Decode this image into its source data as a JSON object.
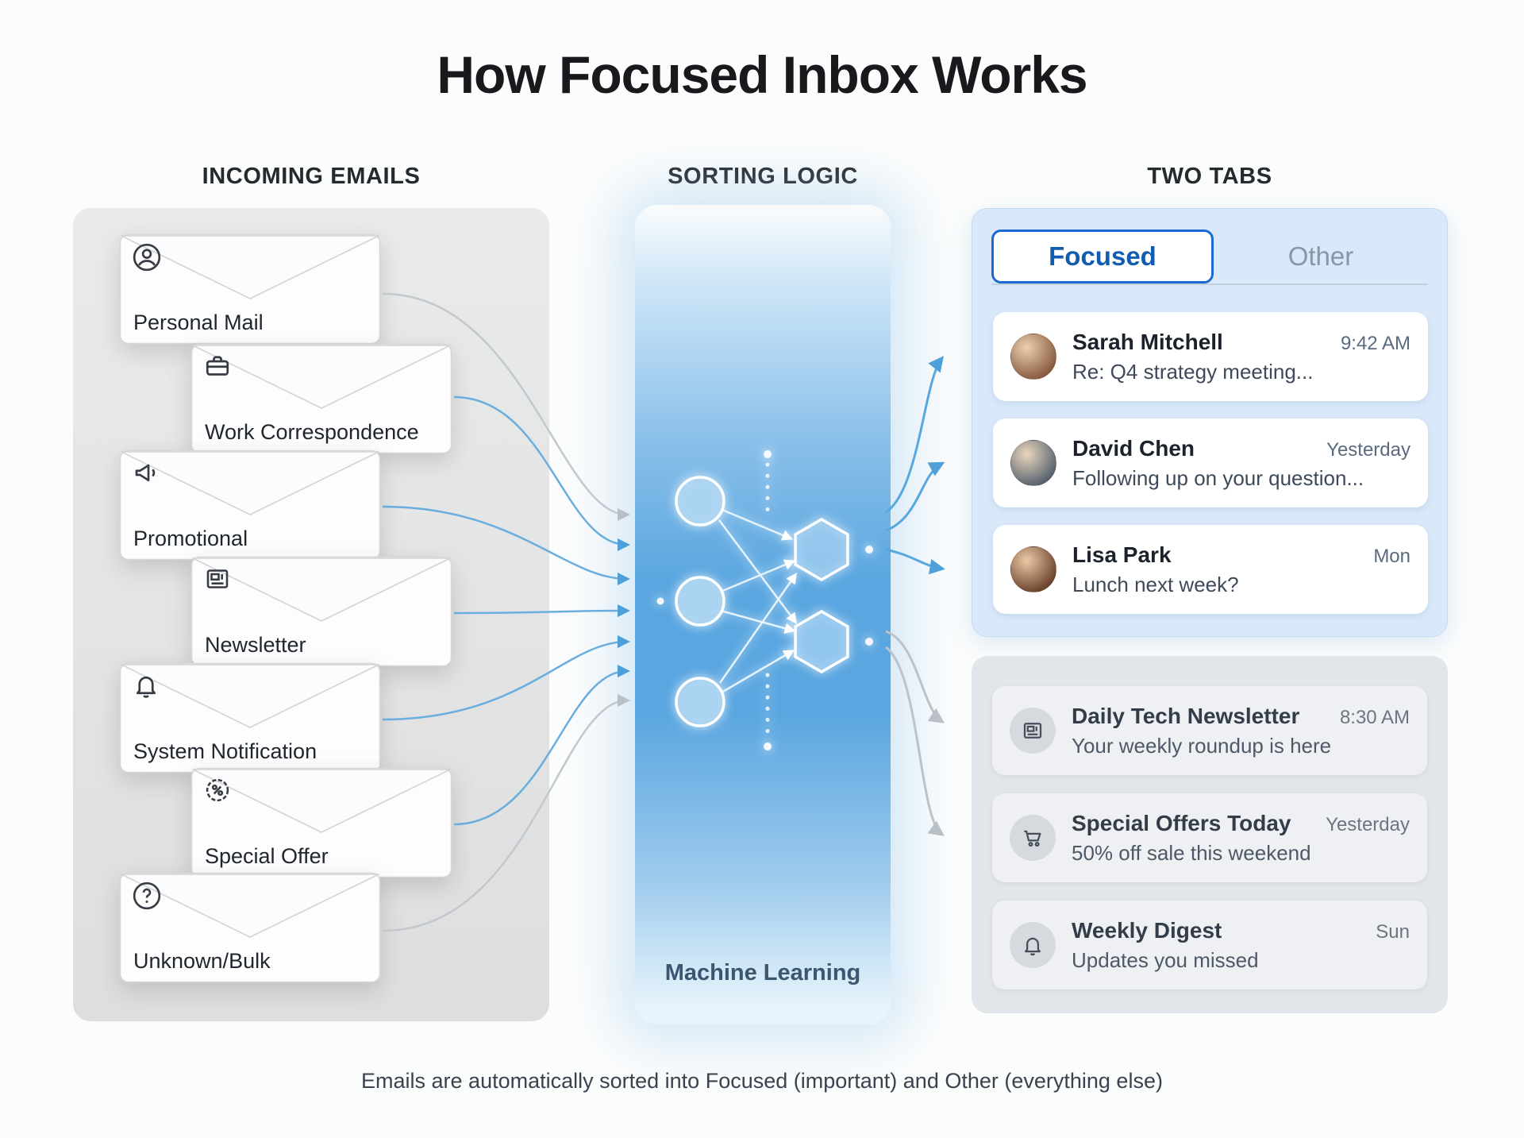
{
  "title": "How Focused Inbox Works",
  "sections": {
    "incoming": "INCOMING EMAILS",
    "sorting": "SORTING LOGIC",
    "two_tabs": "TWO TABS",
    "machine_learning": "Machine Learning"
  },
  "incoming_emails": [
    {
      "label": "Personal Mail",
      "icon": "person-icon"
    },
    {
      "label": "Work Correspondence",
      "icon": "briefcase-icon"
    },
    {
      "label": "Promotional",
      "icon": "megaphone-icon"
    },
    {
      "label": "Newsletter",
      "icon": "newspaper-icon"
    },
    {
      "label": "System Notification",
      "icon": "bell-icon"
    },
    {
      "label": "Special Offer",
      "icon": "discount-badge-icon"
    },
    {
      "label": "Unknown/Bulk",
      "icon": "question-icon"
    }
  ],
  "tabs": {
    "focused": "Focused",
    "other": "Other"
  },
  "focused_emails": [
    {
      "name": "Sarah Mitchell",
      "time": "9:42 AM",
      "subject": "Re: Q4 strategy meeting..."
    },
    {
      "name": "David Chen",
      "time": "Yesterday",
      "subject": "Following up on your question..."
    },
    {
      "name": "Lisa Park",
      "time": "Mon",
      "subject": "Lunch next week?"
    }
  ],
  "other_emails": [
    {
      "name": "Daily Tech Newsletter",
      "time": "8:30 AM",
      "subject": "Your weekly roundup is here",
      "icon": "newspaper-icon"
    },
    {
      "name": "Special Offers Today",
      "time": "Yesterday",
      "subject": "50% off sale this weekend",
      "icon": "cart-icon"
    },
    {
      "name": "Weekly Digest",
      "time": "Sun",
      "subject": "Updates you missed",
      "icon": "bell-icon"
    }
  ],
  "caption": "Emails are automatically sorted into Focused (important) and Other (everything else)",
  "colors": {
    "accent_blue": "#1a6ad0",
    "focused_panel": "#d9e9fa",
    "other_panel": "#e2e5e9",
    "band_blue": "#5aa6e0",
    "arrow_blue": "#4f9fd9",
    "arrow_gray": "#b9bfc7"
  }
}
